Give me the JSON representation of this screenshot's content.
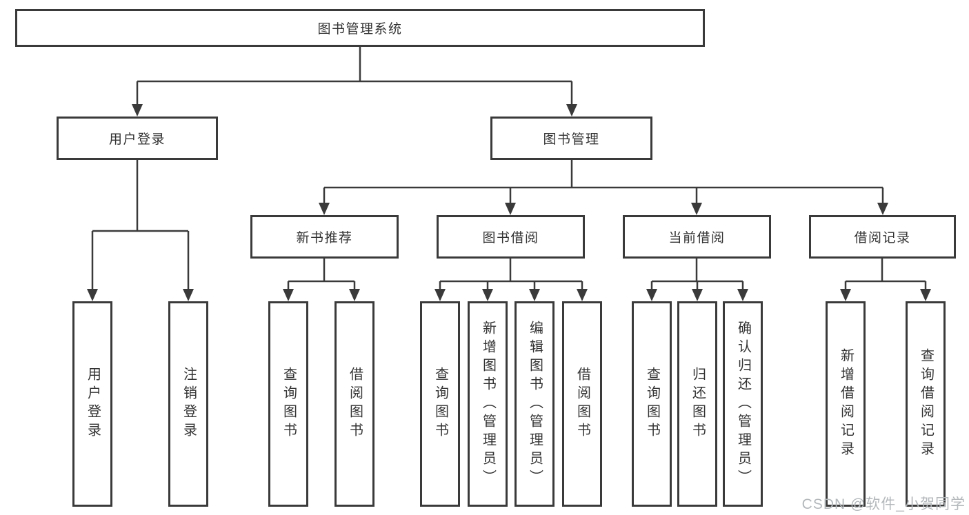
{
  "diagram": {
    "root": {
      "label": "图书管理系统",
      "children": [
        {
          "label": "用户登录",
          "children": [
            {
              "label": "用户登录"
            },
            {
              "label": "注销登录"
            }
          ]
        },
        {
          "label": "图书管理",
          "children": [
            {
              "label": "新书推荐",
              "children": [
                {
                  "label": "查询图书"
                },
                {
                  "label": "借阅图书"
                }
              ]
            },
            {
              "label": "图书借阅",
              "children": [
                {
                  "label": "查询图书"
                },
                {
                  "label": "新增图书（管理员）"
                },
                {
                  "label": "编辑图书（管理员）"
                },
                {
                  "label": "借阅图书"
                }
              ]
            },
            {
              "label": "当前借阅",
              "children": [
                {
                  "label": "查询图书"
                },
                {
                  "label": "归还图书"
                },
                {
                  "label": "确认归还（管理员）"
                }
              ]
            },
            {
              "label": "借阅记录",
              "children": [
                {
                  "label": "新增借阅记录"
                },
                {
                  "label": "查询借阅记录"
                }
              ]
            }
          ]
        }
      ]
    }
  },
  "watermark": {
    "text": "CSDN @软件_小贺同学"
  },
  "colors": {
    "line": "#3a3a3a",
    "text": "#333333",
    "watermark": "#b4b8bb",
    "background": "#ffffff"
  }
}
